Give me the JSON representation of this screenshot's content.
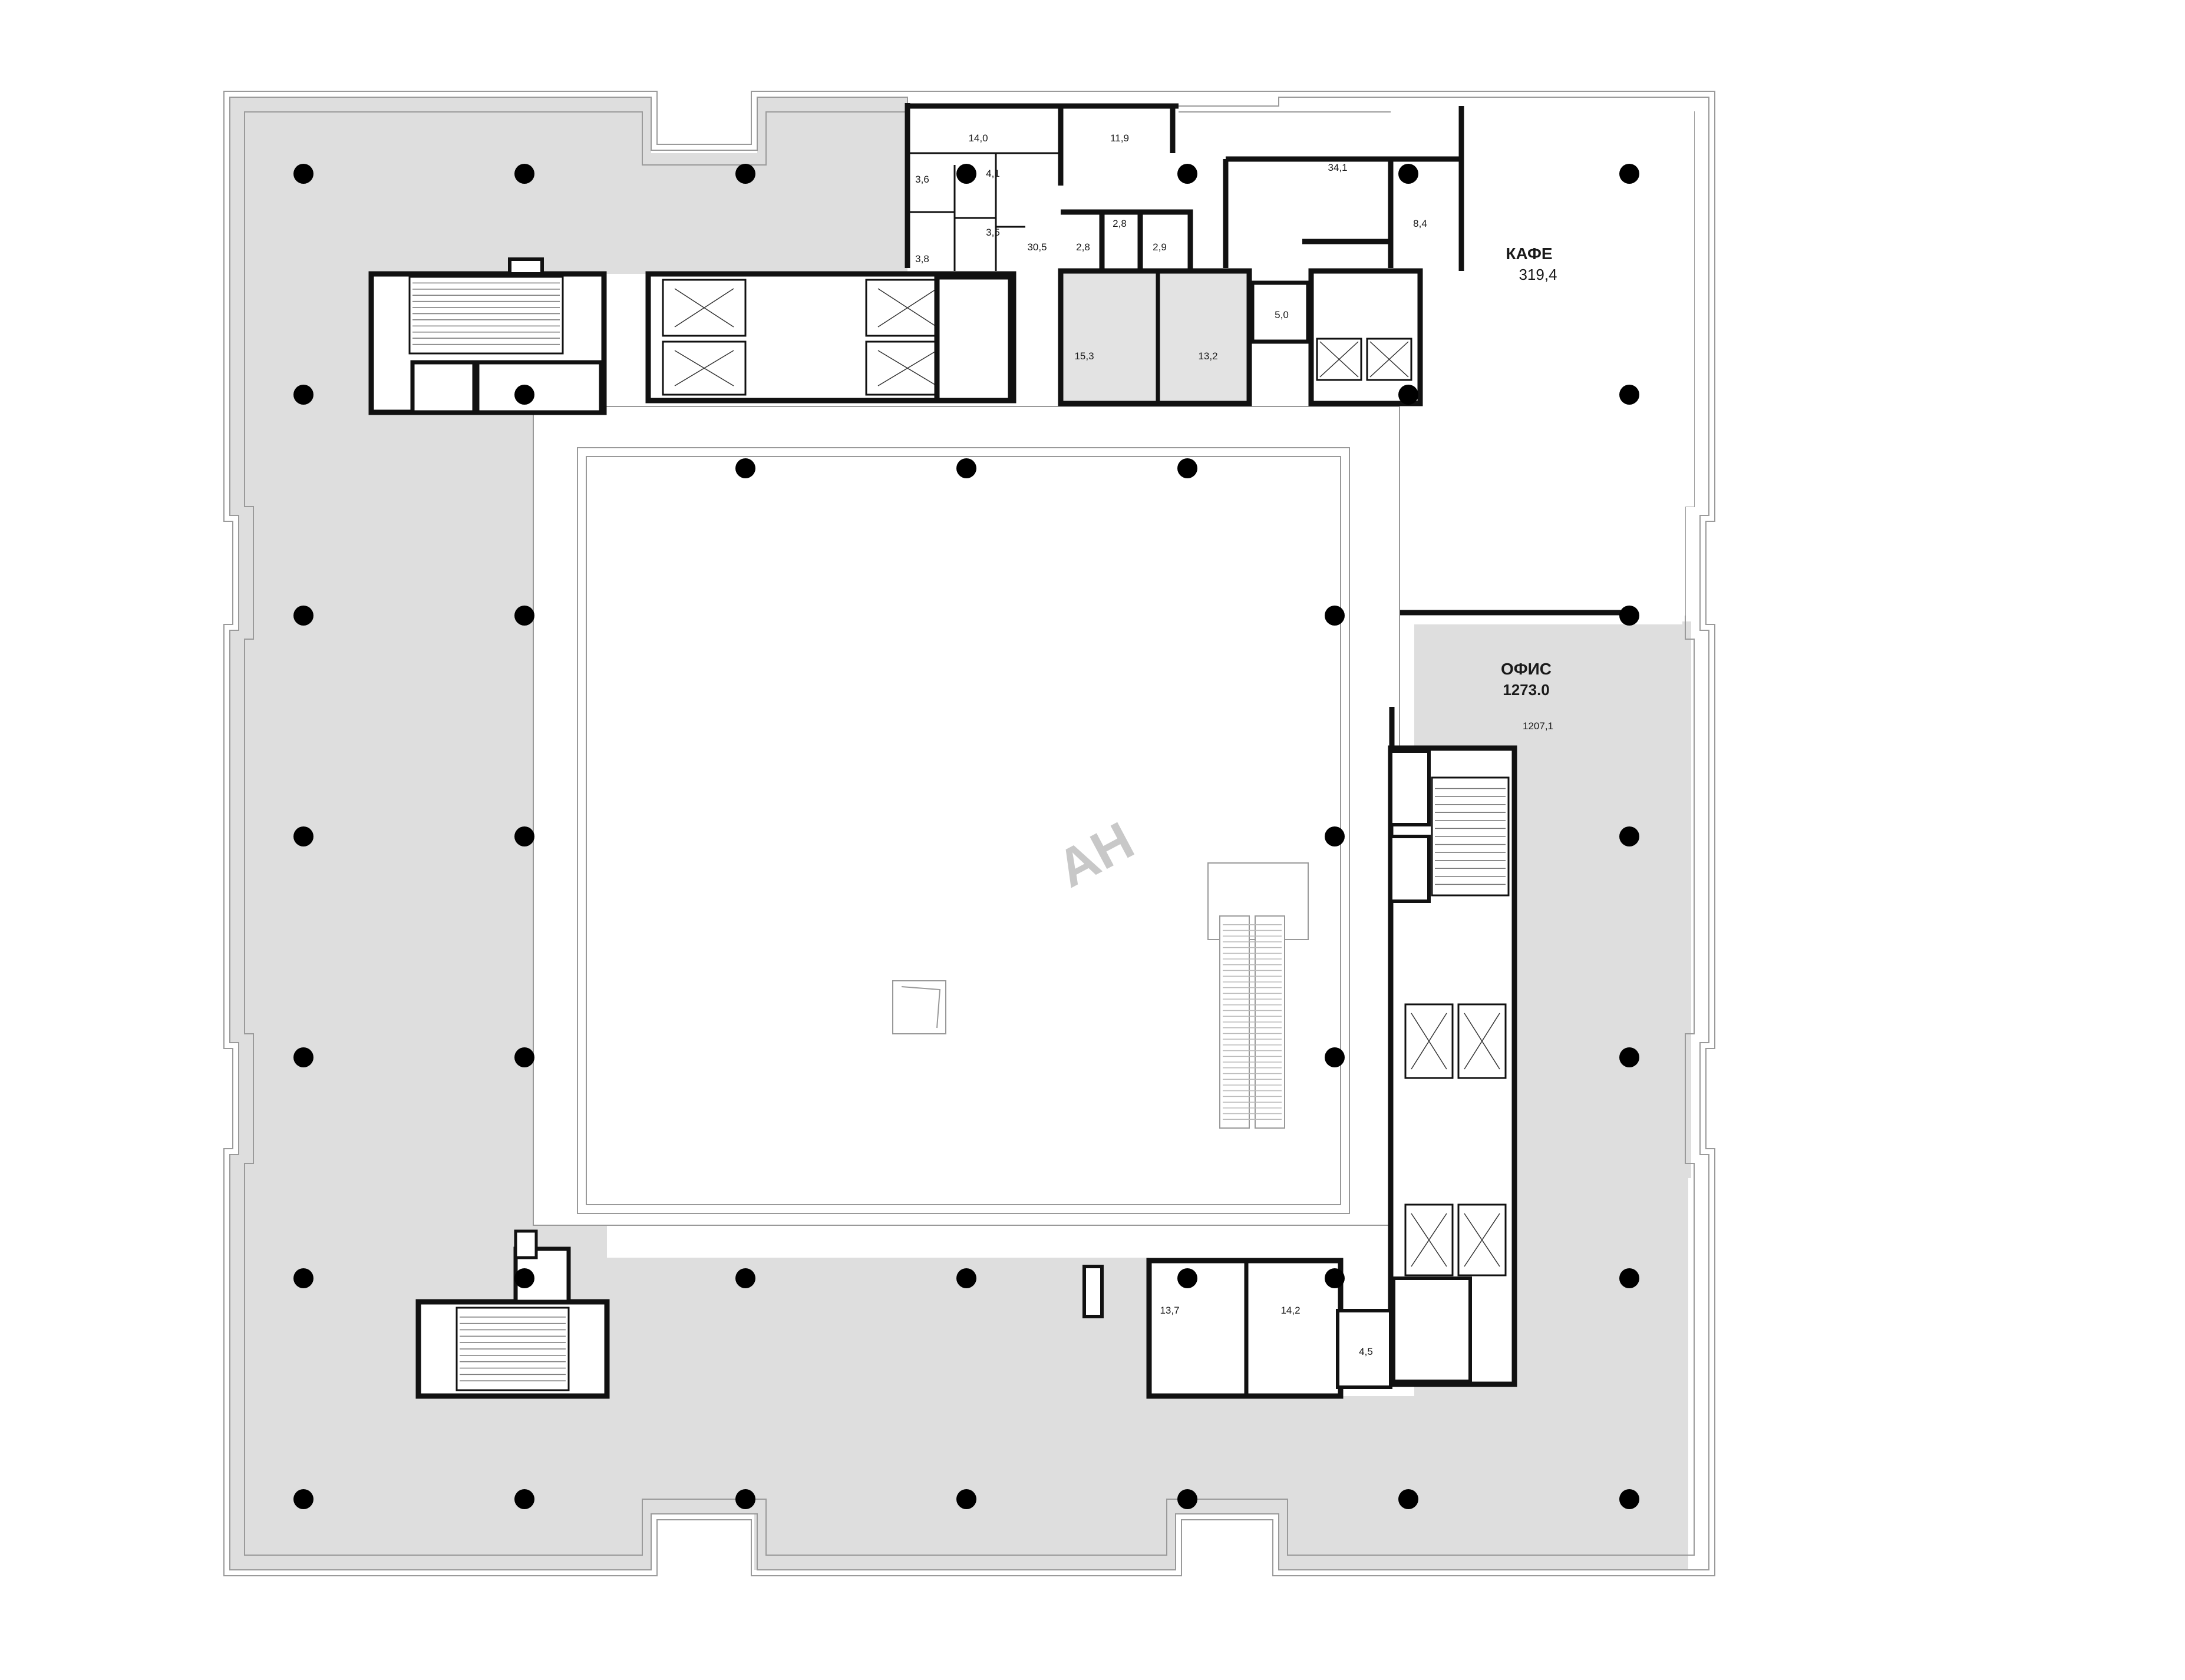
{
  "zones": {
    "cafe": {
      "name": "КАФЕ",
      "area": "319,4"
    },
    "office": {
      "name": "ОФИС",
      "area": "1273.0",
      "sub_area": "1207,1"
    }
  },
  "rooms": [
    {
      "id": "r1",
      "label": "14,0"
    },
    {
      "id": "r2",
      "label": "11,9"
    },
    {
      "id": "r3",
      "label": "3,6"
    },
    {
      "id": "r4",
      "label": "4,1"
    },
    {
      "id": "r5",
      "label": "3,5"
    },
    {
      "id": "r6",
      "label": "3,8"
    },
    {
      "id": "r7",
      "label": "30,5"
    },
    {
      "id": "r8",
      "label": "2,8"
    },
    {
      "id": "r9",
      "label": "2,8"
    },
    {
      "id": "r10",
      "label": "2,9"
    },
    {
      "id": "r11",
      "label": "34,1"
    },
    {
      "id": "r12",
      "label": "8,4"
    },
    {
      "id": "r13",
      "label": "15,3"
    },
    {
      "id": "r14",
      "label": "13,2"
    },
    {
      "id": "r15",
      "label": "5,0"
    },
    {
      "id": "r16",
      "label": "13,7"
    },
    {
      "id": "r17",
      "label": "14,2"
    },
    {
      "id": "r18",
      "label": "4,5"
    }
  ],
  "watermark": "AH",
  "colors": {
    "office_fill": "#dedede",
    "cafe_fill": "#ffffff",
    "wall": "#111111",
    "wc_fill": "#e3e3e3"
  }
}
